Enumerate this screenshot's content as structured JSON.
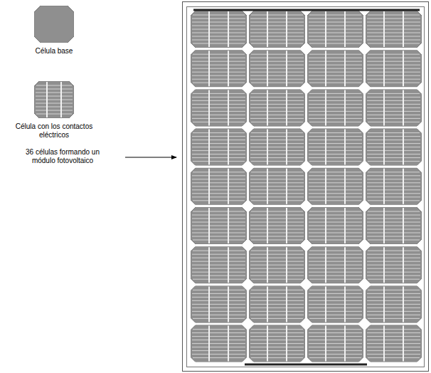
{
  "diagram": {
    "labels": [
      "Célula base",
      "Célula con los contactos eléctricos",
      "36 células formando un módulo fotovoltaico"
    ]
  }
}
